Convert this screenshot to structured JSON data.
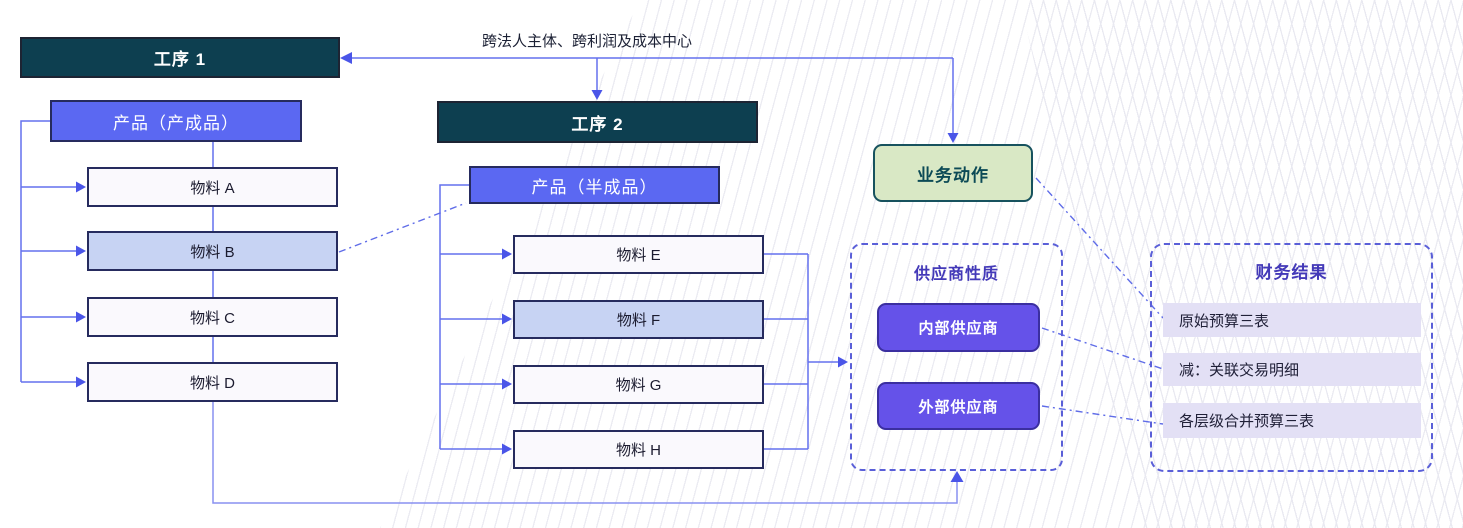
{
  "header": {
    "cross_entity_label": "跨法人主体、跨利润及成本中心"
  },
  "process1": {
    "title": "工序 1",
    "product_label": "产品（产成品）",
    "materials": [
      {
        "label": "物料 A",
        "highlighted": false
      },
      {
        "label": "物料 B",
        "highlighted": true
      },
      {
        "label": "物料 C",
        "highlighted": false
      },
      {
        "label": "物料 D",
        "highlighted": false
      }
    ]
  },
  "process2": {
    "title": "工序 2",
    "product_label": "产品（半成品）",
    "materials": [
      {
        "label": "物料 E",
        "highlighted": false
      },
      {
        "label": "物料 F",
        "highlighted": true
      },
      {
        "label": "物料 G",
        "highlighted": false
      },
      {
        "label": "物料 H",
        "highlighted": false
      }
    ]
  },
  "business_action": {
    "label": "业务动作"
  },
  "supplier": {
    "title": "供应商性质",
    "items": [
      {
        "label": "内部供应商"
      },
      {
        "label": "外部供应商"
      }
    ]
  },
  "finance": {
    "title": "财务结果",
    "items": [
      {
        "label": "原始预算三表"
      },
      {
        "label": "减：关联交易明细"
      },
      {
        "label": "各层级合并预算三表"
      }
    ]
  },
  "colors": {
    "proc-fill": "#0d3f50",
    "proc-border": "#1d2433",
    "product-fill": "#5b68f2",
    "node-border": "#262b5e",
    "material-fill": "#faf9fd",
    "material-highlight": "#c7d3f3",
    "action-fill": "#d9e8c5",
    "action-border": "#17525e",
    "action-text": "#0c4a56",
    "supplier-fill": "#6552e9",
    "supplier-border": "#3b2fa0",
    "dashed-border": "#5a5fd8",
    "bar-fill": "#e3e0f5",
    "title-purple": "#4339b8",
    "connector": "#6470ee",
    "connector-light": "#8890f0",
    "text-dark": "#1c2135"
  }
}
